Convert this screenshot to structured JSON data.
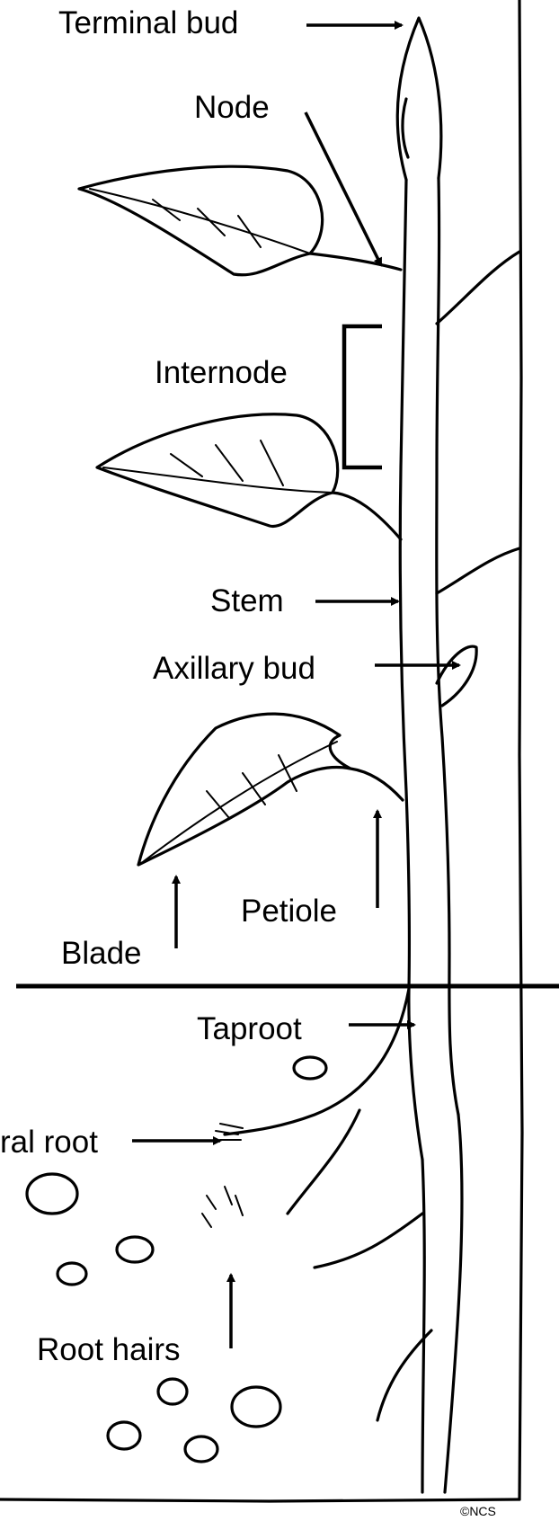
{
  "labels": {
    "terminal_bud": "Terminal bud",
    "node": "Node",
    "internode": "Internode",
    "stem": "Stem",
    "axillary_bud": "Axillary bud",
    "blade": "Blade",
    "petiole": "Petiole",
    "taproot": "Taproot",
    "lateral_root": "ral root",
    "root_hairs": "Root hairs"
  },
  "copyright": "©NCS"
}
